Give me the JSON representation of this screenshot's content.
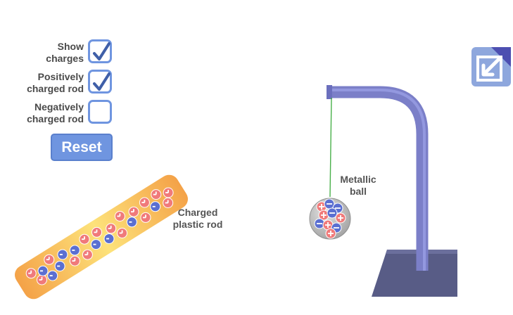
{
  "controls": {
    "show_charges": {
      "label": "Show\ncharges",
      "checked": true
    },
    "positive_rod": {
      "label": "Positively\ncharged rod",
      "checked": true
    },
    "negative_rod": {
      "label": "Negatively\ncharged rod",
      "checked": false
    },
    "reset_label": "Reset"
  },
  "labels": {
    "rod": "Charged\nplastic rod",
    "ball": "Metallic\nball"
  },
  "colors": {
    "accent": "#6f95e0",
    "positive_charge": "#f07a7a",
    "negative_charge": "#5b6fd1",
    "rod_orange": "#f3a84a",
    "rod_yellow": "#fde37a",
    "stand": "#7b7fc8",
    "base": "#5b5f86",
    "thread": "#49b04a"
  },
  "icons": {
    "fullscreen": "expand-arrow-icon"
  }
}
